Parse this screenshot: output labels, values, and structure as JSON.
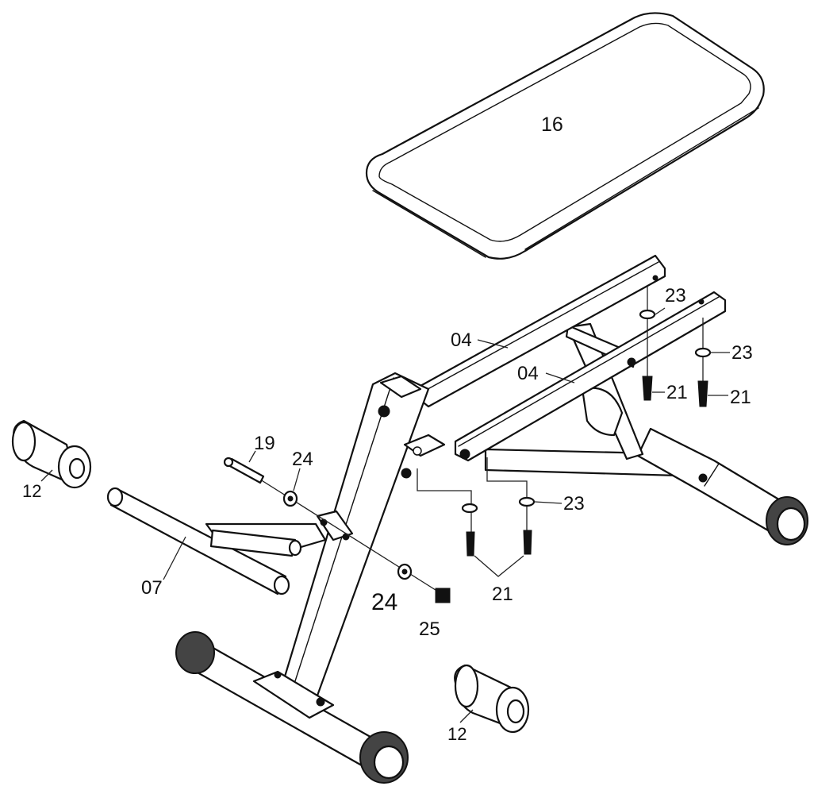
{
  "labels": {
    "seat_pad": "16",
    "rail_upper": "04",
    "rail_lower": "04",
    "washer_top": "23",
    "washer_right": "23",
    "washer_bottom": "23",
    "bolt_a": "21",
    "bolt_b": "21",
    "bolt_pair": "21",
    "pin": "19",
    "washer_pin": "24",
    "washer_knob": "24",
    "knob": "25",
    "bar": "07",
    "foam_left": "12",
    "foam_bottom": "12"
  }
}
